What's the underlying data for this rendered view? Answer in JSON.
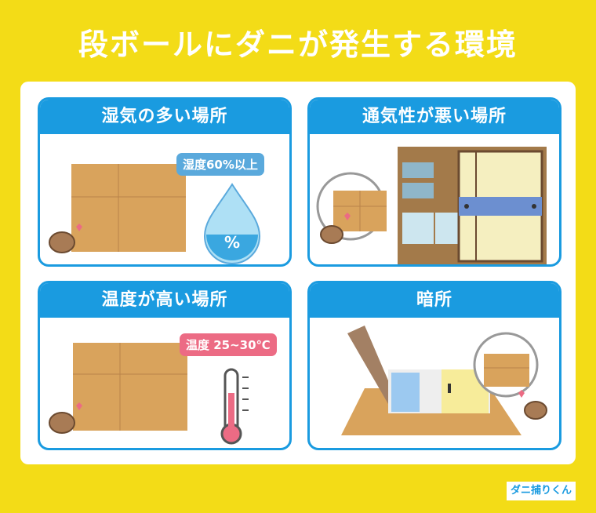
{
  "title": "段ボールにダニが発生する環境",
  "cards": [
    {
      "heading": "湿気の多い場所",
      "badge": "湿度60%以上",
      "badge_color": "#5aa9dc"
    },
    {
      "heading": "通気性が悪い場所"
    },
    {
      "heading": "温度が高い場所",
      "badge": "温度 25~30℃",
      "badge_color": "#ec6b84"
    },
    {
      "heading": "暗所"
    }
  ],
  "drop_symbol": "%",
  "logo": "ダニ捕りくん",
  "colors": {
    "background": "#f3dc17",
    "accent": "#1a9be0",
    "cardboard": "#d9a35c"
  }
}
